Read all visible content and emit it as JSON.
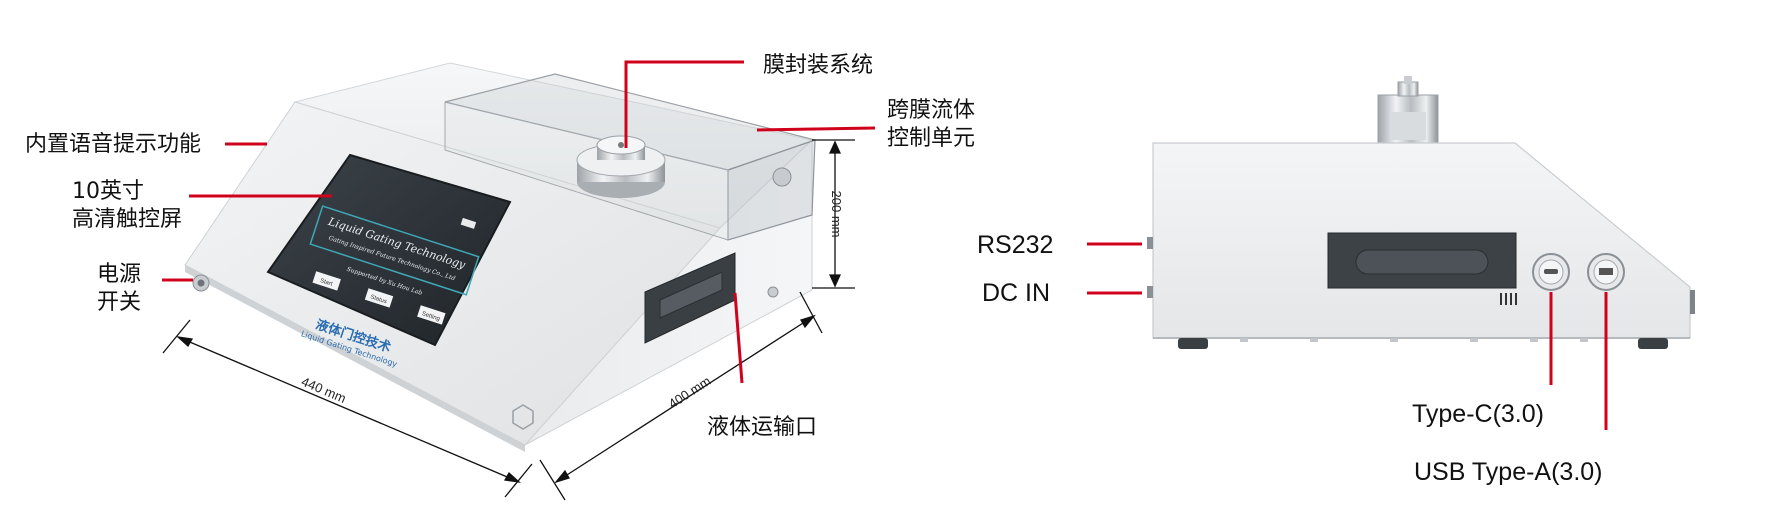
{
  "labels": {
    "voice": "内置语音提示功能",
    "screen_line1": "10英寸",
    "screen_line2": "高清触控屏",
    "power_line1": "电源",
    "power_line2": "开关",
    "membrane": "膜封装系统",
    "flow_line1": "跨膜流体",
    "flow_line2": "控制单元",
    "liquid_port": "液体运输口",
    "rs232": "RS232",
    "dc_in": "DC IN",
    "type_c": "Type-C(3.0)",
    "usb_a": "USB Type-A(3.0)"
  },
  "dimensions": {
    "width": "440 mm",
    "depth": "400 mm",
    "height": "200 mm"
  },
  "device_screen": {
    "title": "Liquid Gating Technology",
    "subtitle": "Gating Inspired Future Technology Co., Ltd",
    "supported": "Supported by Xu Hou Lab",
    "btn_start": "Start",
    "btn_status": "Status",
    "btn_setting": "Setting"
  },
  "device_brand": {
    "cn": "液体门控技术",
    "en": "Liquid Gating Technology"
  },
  "colors": {
    "callout": "#d0021b",
    "device_body": "#eceef0",
    "screen": "#2b3136"
  }
}
